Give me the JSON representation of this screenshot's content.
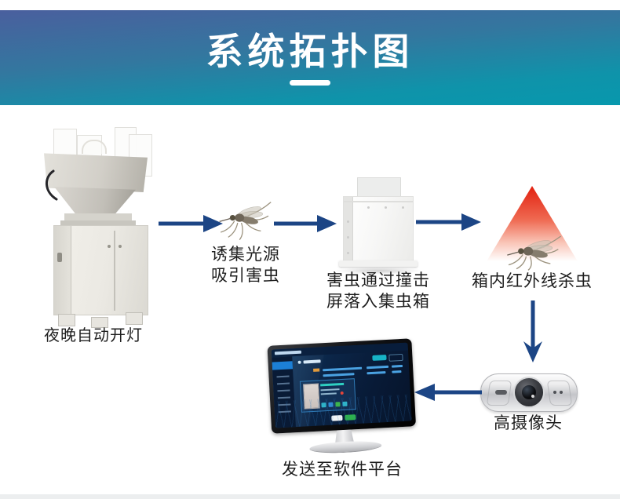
{
  "banner": {
    "title": "系统拓扑图",
    "gradient_top": "#4a5f9e",
    "gradient_bottom": "#0798ad"
  },
  "flow": {
    "machine_label": "夜晚自动开灯",
    "lure_line1": "诱集光源",
    "lure_line2": "吸引害虫",
    "collector_line1": "害虫通过撞击",
    "collector_line2": "屏落入集虫箱",
    "infrared_label": "箱内红外线杀虫",
    "camera_label": "高摄像头",
    "platform_label": "发送至软件平台"
  },
  "colors": {
    "arrow": "#1c4585",
    "cone_red": "#e2200f",
    "label_text": "#1e1e1e",
    "screen_accent_teal": "#17b3c6",
    "screen_accent_green": "#2db14d"
  },
  "icons": {
    "machine": "insect-trap-machine",
    "mosquito": "mosquito-icon",
    "collector": "insect-collection-box",
    "infrared": "infrared-beam-cone",
    "camera": "camera-device",
    "monitor": "software-platform-monitor"
  }
}
